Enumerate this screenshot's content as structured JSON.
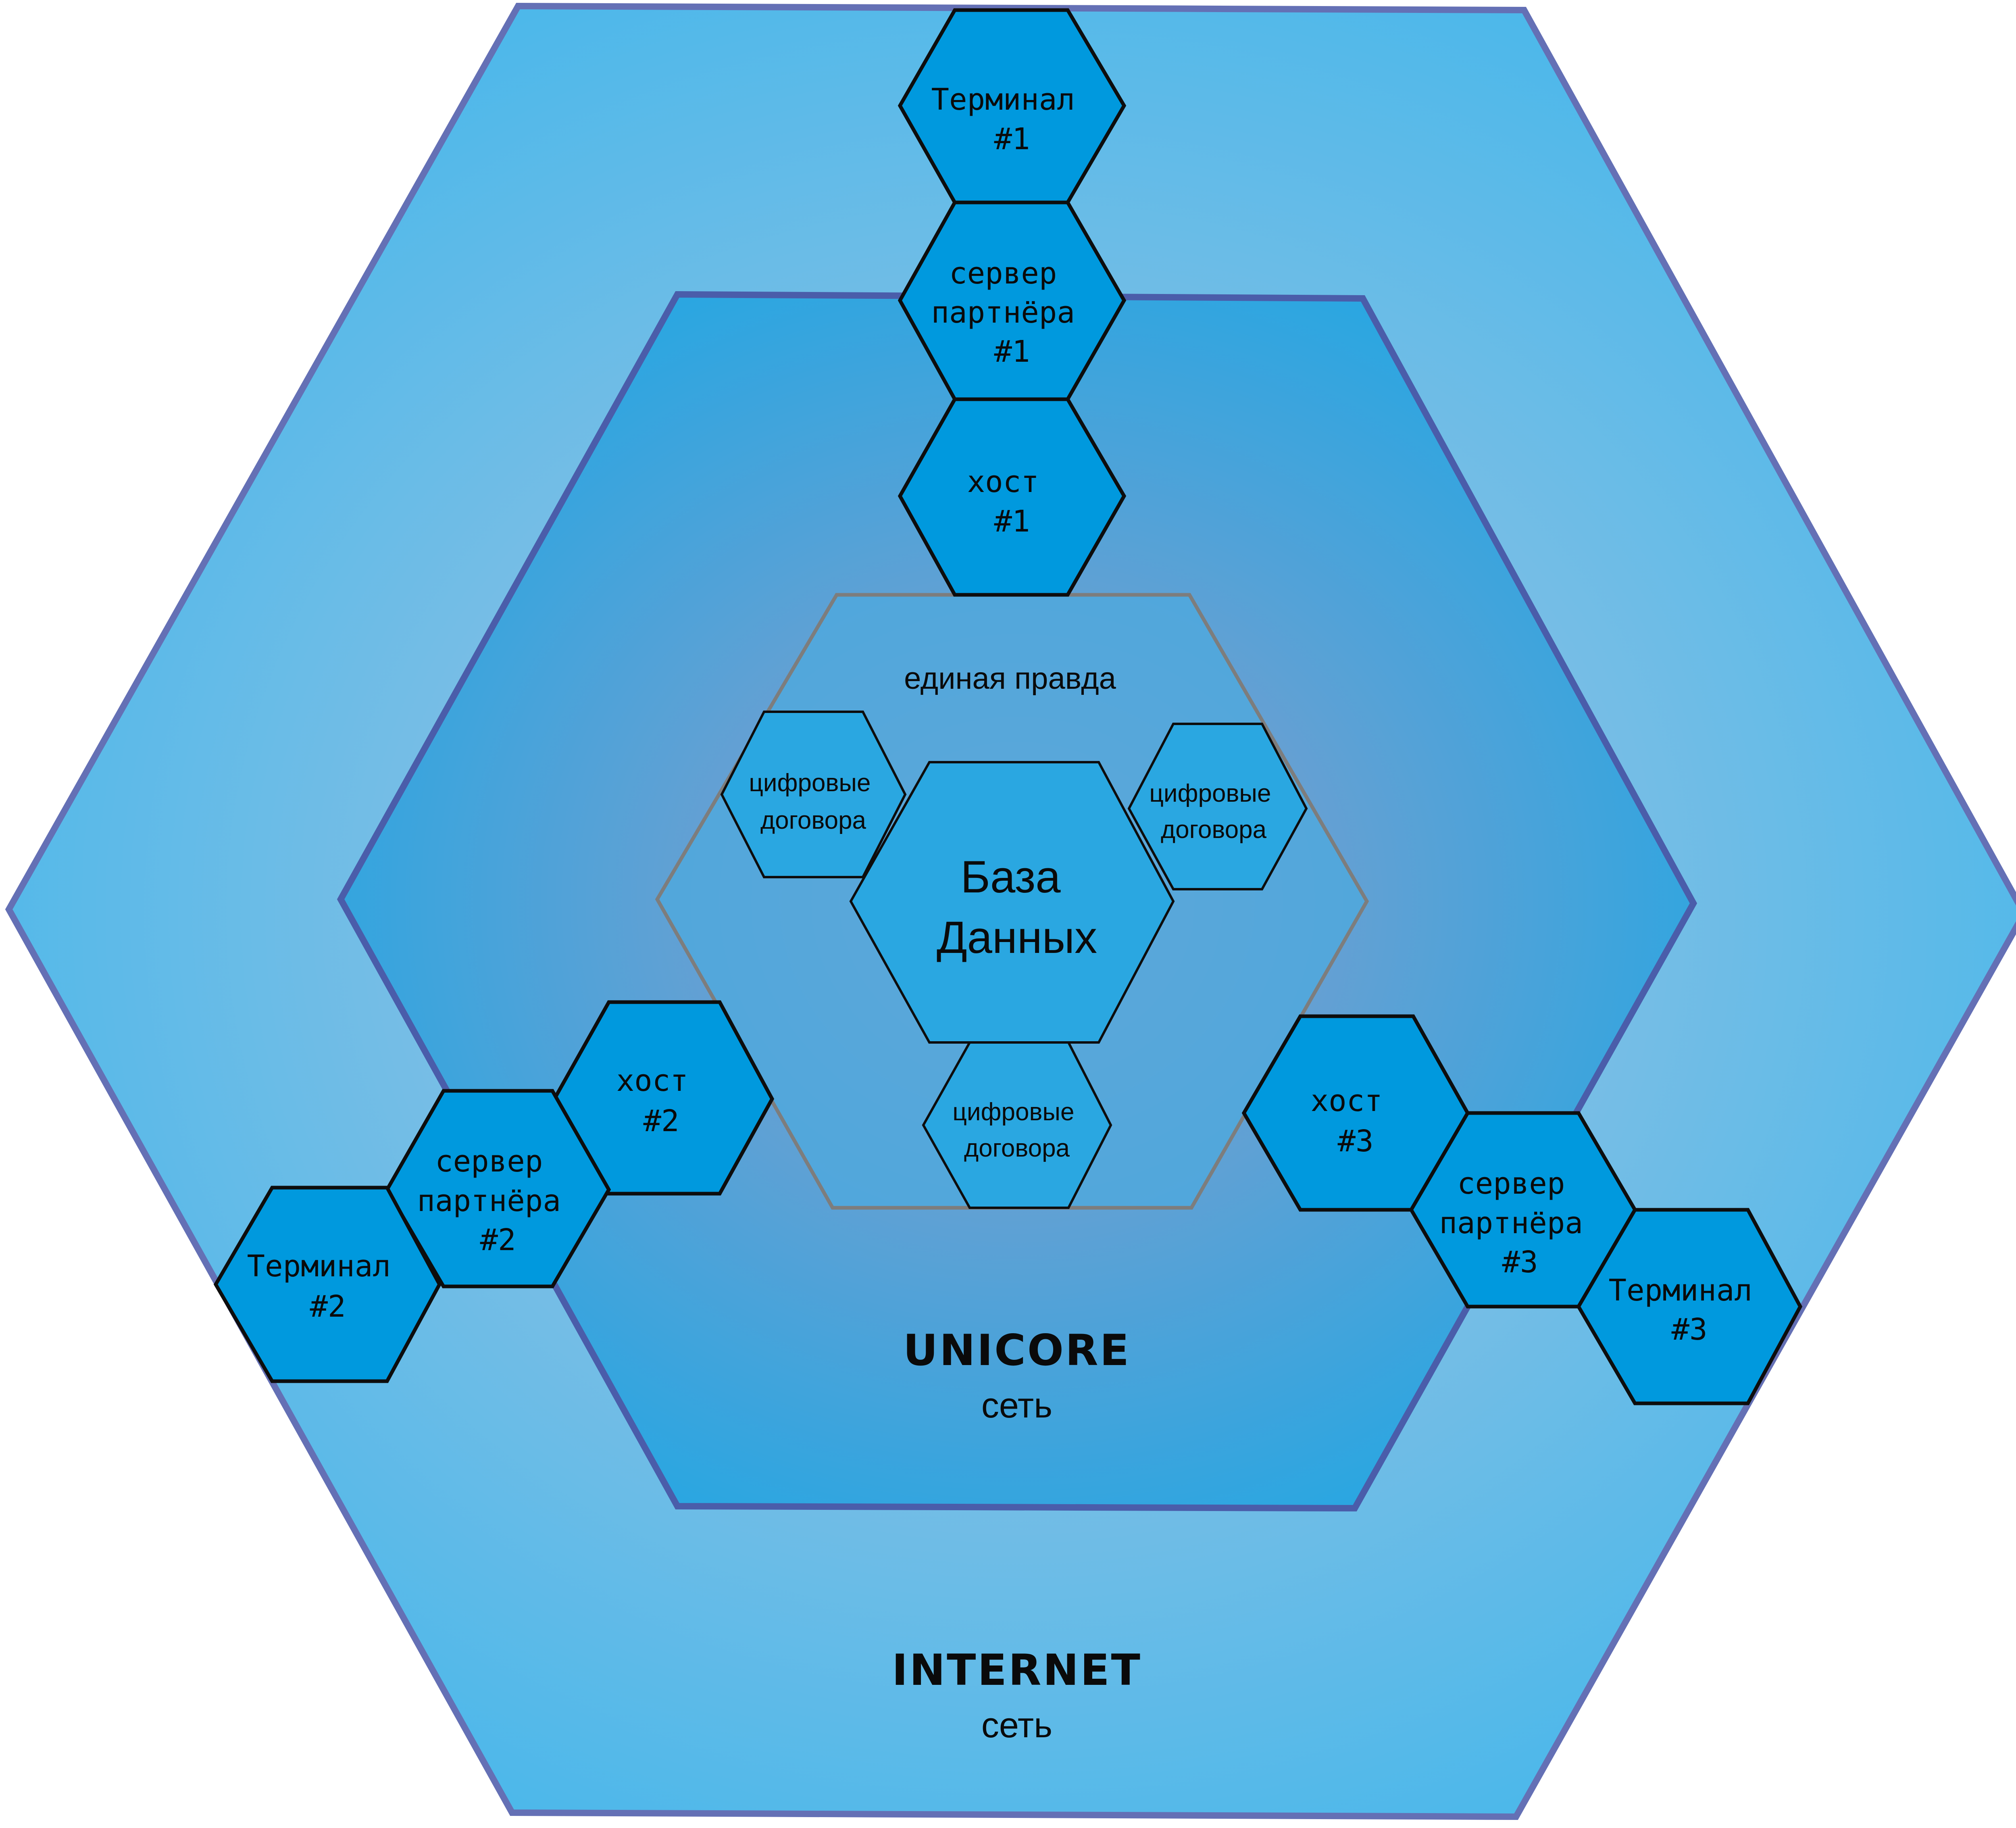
{
  "colors": {
    "outer_fill_edge": "#4DB8EA",
    "outer_fill_center": "#A9C4E0",
    "outer_stroke": "#6470B5",
    "middle_fill_edge": "#2BA6E1",
    "middle_fill_center": "#8E9CC9",
    "middle_stroke": "#4A5DAA",
    "core_fill": "#4EAADD",
    "core_stroke": "#7D7D7D",
    "node_fill": "#0099DE",
    "node_stroke": "#0D0D0D",
    "inner_node_fill": "#2AA7E1",
    "text": "#0A0A0A"
  },
  "outer": {
    "title": "INTERNET",
    "subtitle": "сеть"
  },
  "middle": {
    "title": "UNICORE",
    "subtitle": "сеть"
  },
  "core": {
    "label": "единая правда",
    "database": [
      "База",
      "Данных"
    ],
    "contracts": [
      [
        "цифровые",
        "договора"
      ],
      [
        "цифровые",
        "договора"
      ],
      [
        "цифровые",
        "договора"
      ]
    ]
  },
  "branches": [
    {
      "terminal": [
        "Терминал",
        "#1"
      ],
      "server": [
        "сервер",
        "партнёра",
        "#1"
      ],
      "host": [
        "хост",
        "#1"
      ]
    },
    {
      "terminal": [
        "Терминал",
        "#2"
      ],
      "server": [
        "сервер",
        "партнёра",
        "#2"
      ],
      "host": [
        "хост",
        "#2"
      ]
    },
    {
      "terminal": [
        "Терминал",
        "#3"
      ],
      "server": [
        "сервер",
        "партнёра",
        "#3"
      ],
      "host": [
        "хост",
        "#3"
      ]
    }
  ]
}
